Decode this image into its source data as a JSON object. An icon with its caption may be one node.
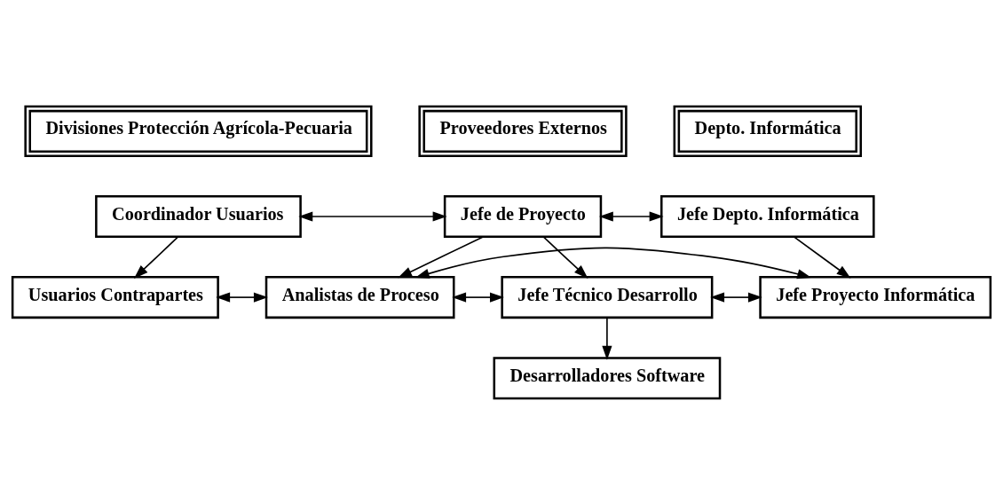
{
  "diagram": {
    "nodes": [
      {
        "text": [
          "Divisiones Protección Agrícola-Pecuaria"
        ]
      },
      {
        "text": [
          "Proveedores Externos"
        ]
      },
      {
        "text": [
          "Depto. Informática"
        ]
      },
      {
        "text": [
          "Coordinador Usuarios"
        ]
      },
      {
        "text": [
          "Jefe de Proyecto"
        ]
      },
      {
        "text": [
          "Jefe Depto. Informática"
        ]
      },
      {
        "text": [
          "Usuarios Contrapartes"
        ]
      },
      {
        "text": [
          "Analistas de Proceso"
        ]
      },
      {
        "text": [
          "Jefe Técnico Desarrollo"
        ]
      },
      {
        "text": [
          "Jefe Proyecto Informática"
        ]
      },
      {
        "text": [
          "Desarrolladores Software"
        ]
      }
    ],
    "edges": [
      {
        "from": 3,
        "to": 4,
        "arrow": "both"
      },
      {
        "from": 4,
        "to": 5,
        "arrow": "both"
      },
      {
        "from": 3,
        "to": 6,
        "arrow": "to"
      },
      {
        "from": 4,
        "to": 7,
        "arrow": "to"
      },
      {
        "from": 4,
        "to": 8,
        "arrow": "to"
      },
      {
        "from": 6,
        "to": 7,
        "arrow": "both"
      },
      {
        "from": 7,
        "to": 8,
        "arrow": "both"
      },
      {
        "from": 8,
        "to": 9,
        "arrow": "both"
      },
      {
        "from": 5,
        "to": 9,
        "arrow": "to"
      },
      {
        "from": 8,
        "to": 10,
        "arrow": "to"
      },
      {
        "from": 7,
        "to": 9,
        "arrow": "both"
      }
    ]
  }
}
